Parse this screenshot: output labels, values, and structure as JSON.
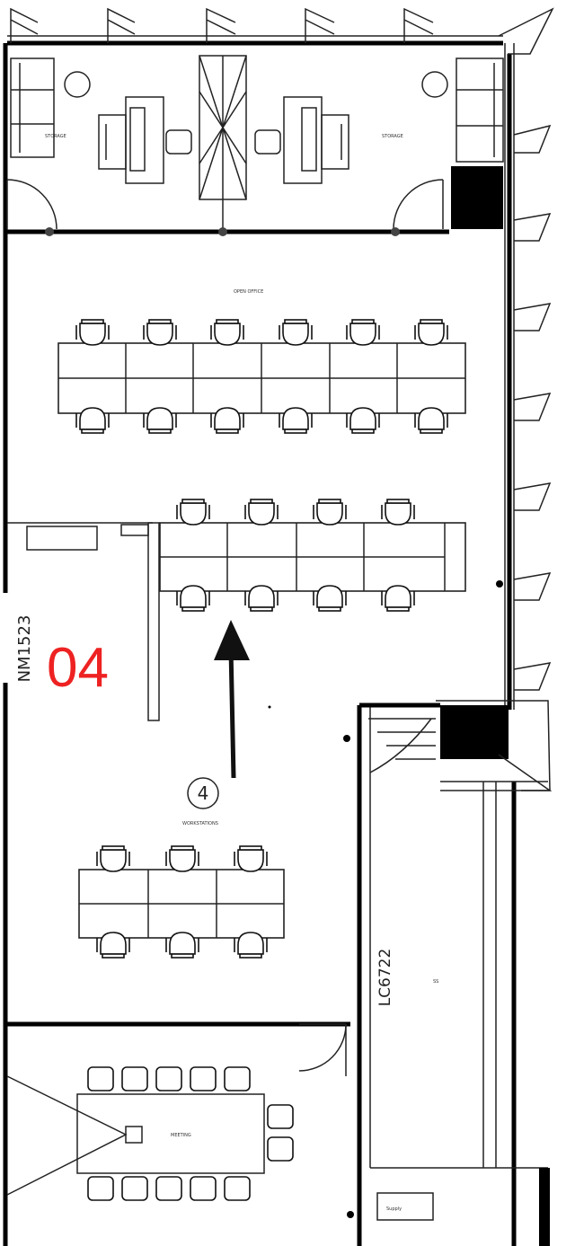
{
  "labels": {
    "unit_number": "04",
    "wall_code_left": "NM1523",
    "wall_code_right": "LC6722",
    "marker_number": "4"
  },
  "colors": {
    "line": "#111111",
    "unit_label": "#ee2222",
    "background": "#ffffff"
  },
  "icons": {
    "arrow": "up-arrow-icon",
    "marker": "circle-marker-icon"
  }
}
